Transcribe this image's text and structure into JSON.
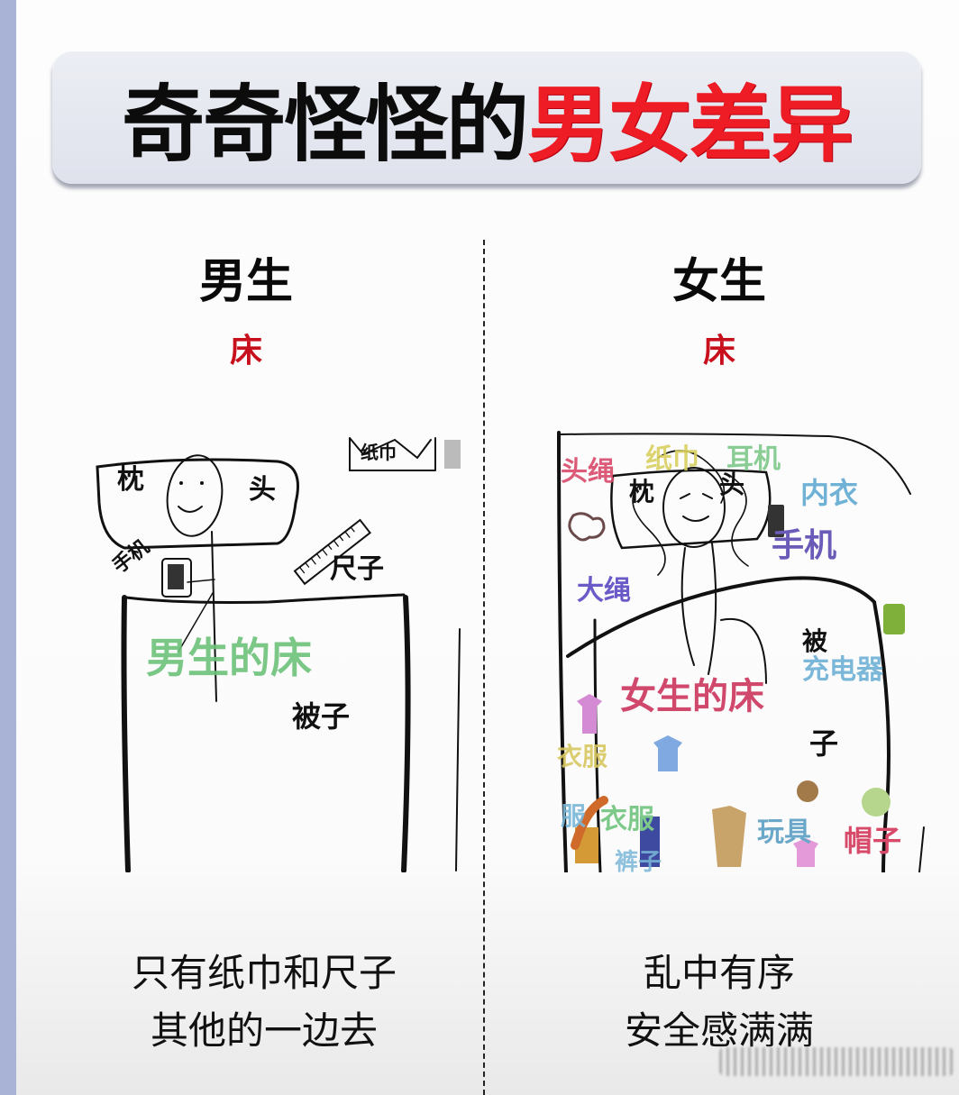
{
  "title": {
    "black_part": "奇奇怪怪的",
    "red_part": "男女差异",
    "colors": {
      "black": "#0c0c0c",
      "red": "#ee1c24"
    }
  },
  "left": {
    "heading": "男生",
    "subheading": "床",
    "labels": {
      "pillow_left": "枕",
      "pillow_right": "头",
      "tissue": "纸巾",
      "phone": "手机",
      "ruler": "尺子",
      "bed_title": "男生的床",
      "quilt": "被子"
    },
    "caption_lines": [
      "只有纸巾和尺子",
      "其他的一边去"
    ]
  },
  "right": {
    "heading": "女生",
    "subheading": "床",
    "labels": {
      "hair_tie": "头绳",
      "tissue": "纸巾",
      "earphones": "耳机",
      "underwear": "内衣",
      "pillow_left": "枕",
      "pillow_right": "头",
      "phone": "手机",
      "rope": "大绳",
      "quilt_top": "被",
      "charger": "充电器",
      "bed_title": "女生的床",
      "quilt_bottom": "子",
      "clothes_left": "衣服",
      "clothes_left2": "服",
      "clothes_mid": "衣服",
      "pants": "裤子",
      "toys": "玩具",
      "hat": "帽子"
    },
    "caption_lines": [
      "乱中有序",
      "安全感满满"
    ]
  },
  "colors": {
    "left_bed_title": "#6cc27a",
    "subheading_red": "#c8101c",
    "hair_tie": "#d94a6a",
    "tissue_yellow": "#d8d060",
    "earphones_green": "#7dc98a",
    "underwear_blue": "#6fb2d6",
    "phone_purple": "#6a5bb8",
    "rope_purple": "#6a5bc8",
    "charger_blue": "#7ab7d8",
    "bed_title_pink": "#d0486c",
    "toys_blue": "#6aa7c8",
    "hat_pink": "#d84a6a"
  }
}
